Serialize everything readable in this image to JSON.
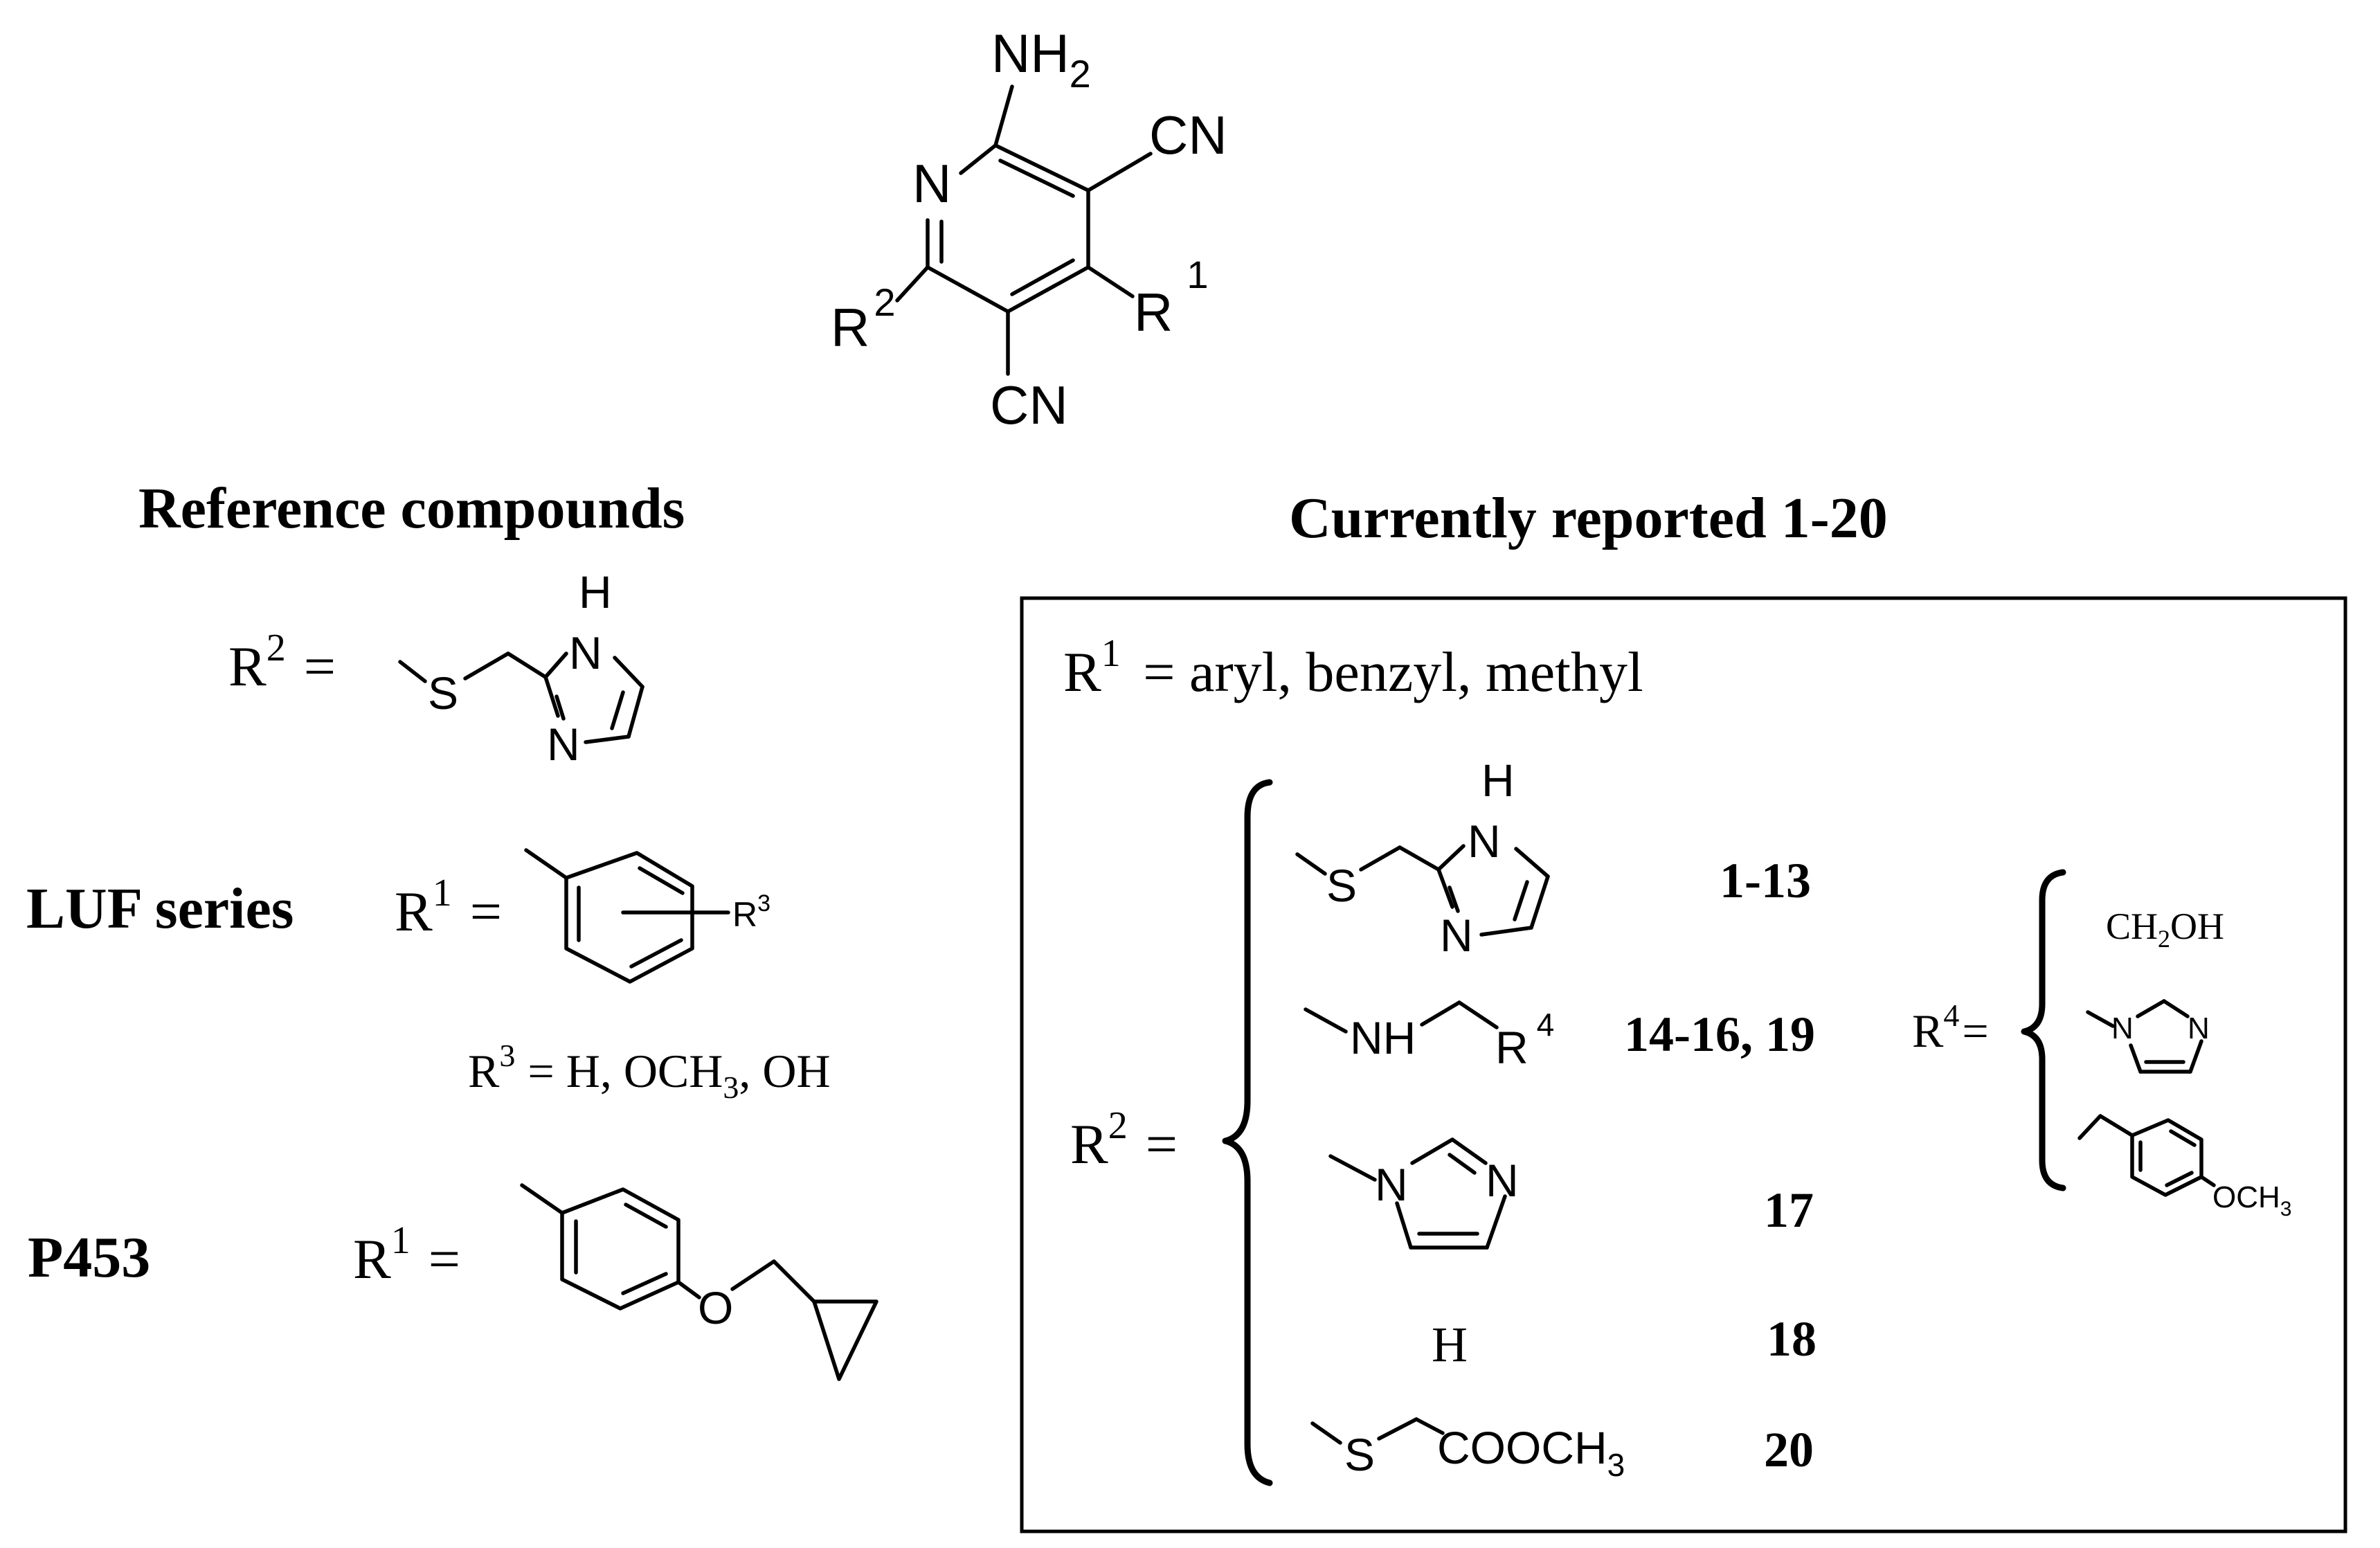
{
  "core": {
    "nh2": "NH",
    "nh2_sub": "2",
    "cn_top": "CN",
    "cn_bottom": "CN",
    "n": "N",
    "r": "R",
    "r1_sup": "1",
    "r2_sup": "2"
  },
  "headings": {
    "reference": "Reference compounds",
    "current": "Currently reported 1-20"
  },
  "reference": {
    "r2_label": "R",
    "r2_sup": "2",
    "eq": "=",
    "s": "S",
    "h": "H",
    "n1": "N",
    "n2": "N",
    "luf_label": "LUF series",
    "luf_r": "R",
    "luf_sup": "1",
    "luf_eq": "=",
    "luf_r3": "R",
    "luf_r3_sup": "3",
    "r3_def_r": "R",
    "r3_def_sup": "3",
    "r3_def_text": "=  H, OCH",
    "r3_def_sub": "3",
    "r3_def_tail": ", OH",
    "p453_label": "P453",
    "p453_r": "R",
    "p453_sup": "1",
    "p453_eq": "=",
    "o": "O"
  },
  "current": {
    "r1_r": "R",
    "r1_sup": "1",
    "r1_text": " = aryl, benzyl, methyl",
    "r2_r": "R",
    "r2_sup": "2",
    "r2_eq": "=",
    "opt1": {
      "s": "S",
      "h": "H",
      "n1": "N",
      "n2": "N",
      "label": "1-13"
    },
    "opt2": {
      "nh": "NH",
      "r": "R",
      "sup": "4",
      "label": "14-16, 19"
    },
    "opt3": {
      "n1": "N",
      "n2": "N",
      "label": "17"
    },
    "opt4": {
      "h": "H",
      "label": "18"
    },
    "opt5": {
      "s": "S",
      "cooch": "COOCH",
      "sub": "3",
      "label": "20"
    },
    "r4": {
      "r": "R",
      "sup": "4",
      "eq": "=",
      "ch2oh_a": "CH",
      "ch2oh_sub": "2",
      "ch2oh_b": "OH",
      "n1": "N",
      "n2": "N",
      "och": "OCH",
      "och_sub": "3"
    }
  }
}
